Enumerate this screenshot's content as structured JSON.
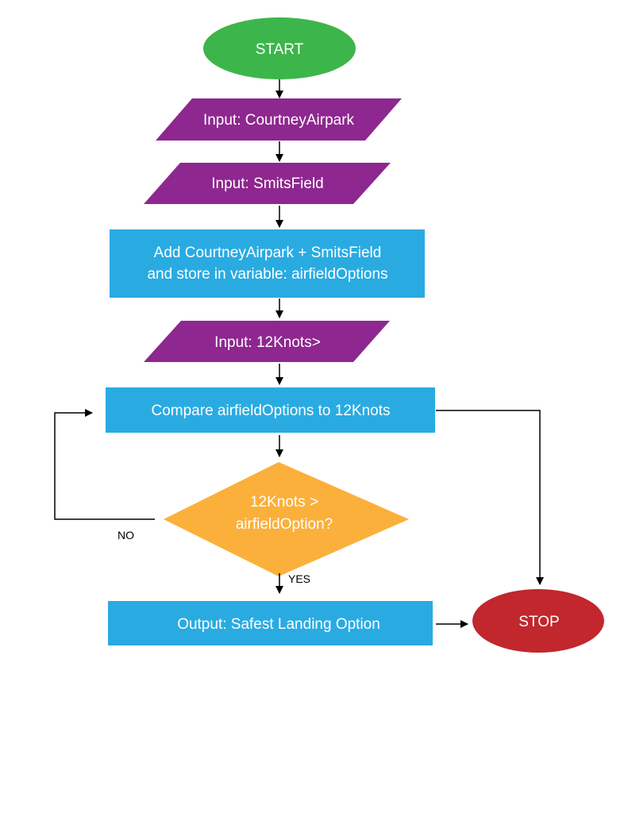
{
  "colors": {
    "terminal_start": "#3cb64a",
    "terminal_stop": "#c1272d",
    "input": "#8e278f",
    "process": "#29abe2",
    "decision": "#fbb03b",
    "text_light": "#ffffff",
    "text_dark": "#000000",
    "edge": "#000000"
  },
  "nodes": {
    "start": {
      "shape": "oval",
      "label": "START"
    },
    "input_courtney": {
      "shape": "parallelogram",
      "label": "Input: CourtneyAirpark"
    },
    "input_smits": {
      "shape": "parallelogram",
      "label": "Input: SmitsField"
    },
    "add_store": {
      "shape": "rectangle",
      "line1": "Add CourtneyAirpark + SmitsField",
      "line2": "and store in variable: airfieldOptions"
    },
    "input_knots": {
      "shape": "parallelogram",
      "label": "Input: 12Knots>"
    },
    "compare": {
      "shape": "rectangle",
      "label": "Compare airfieldOptions to 12Knots"
    },
    "decision": {
      "shape": "diamond",
      "line1": "12Knots >",
      "line2": "airfieldOption?"
    },
    "output": {
      "shape": "rectangle",
      "label": "Output: Safest Landing Option"
    },
    "stop": {
      "shape": "oval",
      "label": "STOP"
    }
  },
  "edges": {
    "no_label": "NO",
    "yes_label": "YES"
  }
}
